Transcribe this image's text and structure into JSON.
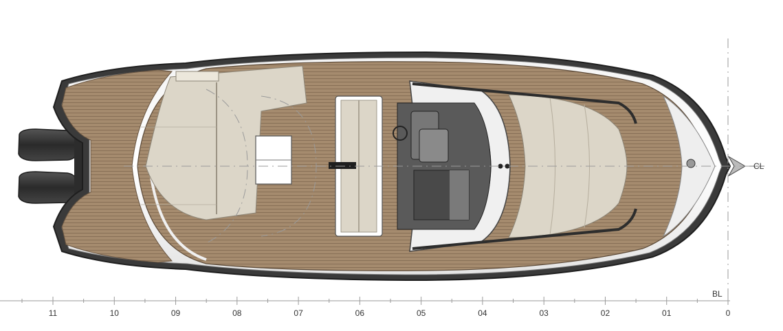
{
  "labels": {
    "centerline": "CL",
    "baseline": "BL"
  },
  "stations": [
    "11",
    "10",
    "09",
    "08",
    "07",
    "06",
    "05",
    "04",
    "03",
    "02",
    "01",
    "0"
  ],
  "colors": {
    "teak": "#a58b6e",
    "teak_dark": "#8a7258",
    "hull_outline": "#2b2b2b",
    "cushion": "#dcd6c8",
    "engine": "#3a3a3a",
    "gunwale": "#d8d8d8"
  }
}
